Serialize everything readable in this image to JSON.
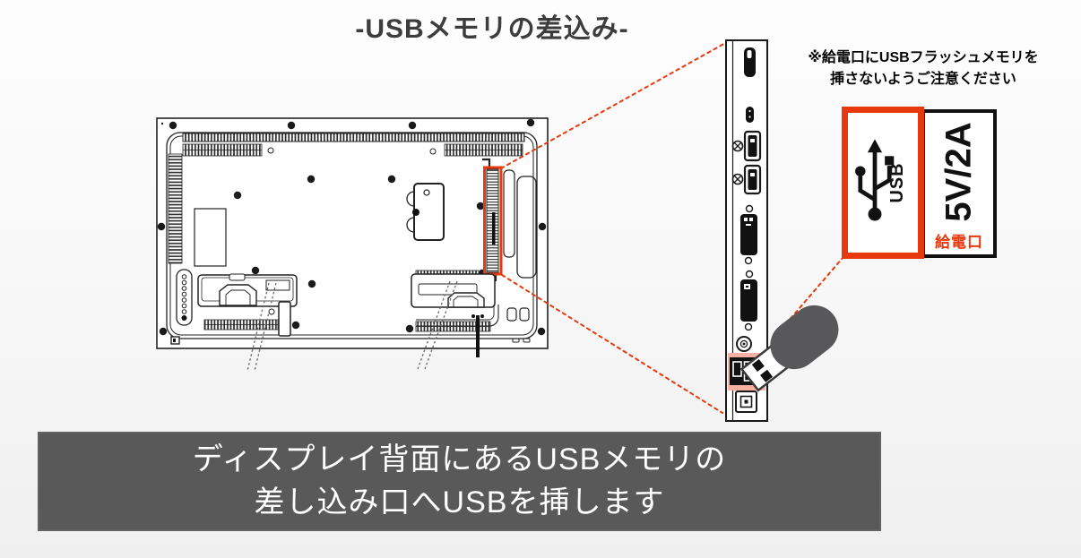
{
  "title": "-USBメモリの差込み-",
  "warning": {
    "line1": "※給電口にUSBフラッシュメモリを",
    "line2": "挿さないようご注意ください"
  },
  "usb_port_box": {
    "label": "USB"
  },
  "power_port_box": {
    "spec": "5V/2A",
    "label": "給電口"
  },
  "caption": {
    "line1": "ディスプレイ背面にあるUSBメモリの",
    "line2": "差し込み口へUSBを挿します"
  },
  "icons": {
    "usb_trident": "usb-trident-icon"
  },
  "colors": {
    "accent_red": "#e8380d",
    "usb_highlight_pink": "#f6b1a2",
    "caption_bg": "#595959",
    "caption_text": "#ffffff",
    "line_black": "#1a1a1a",
    "title_text": "#3d3d3d",
    "background_top": "#fdfdfd",
    "background_bottom": "#efefef",
    "usb_drive_body": "#58585a"
  }
}
